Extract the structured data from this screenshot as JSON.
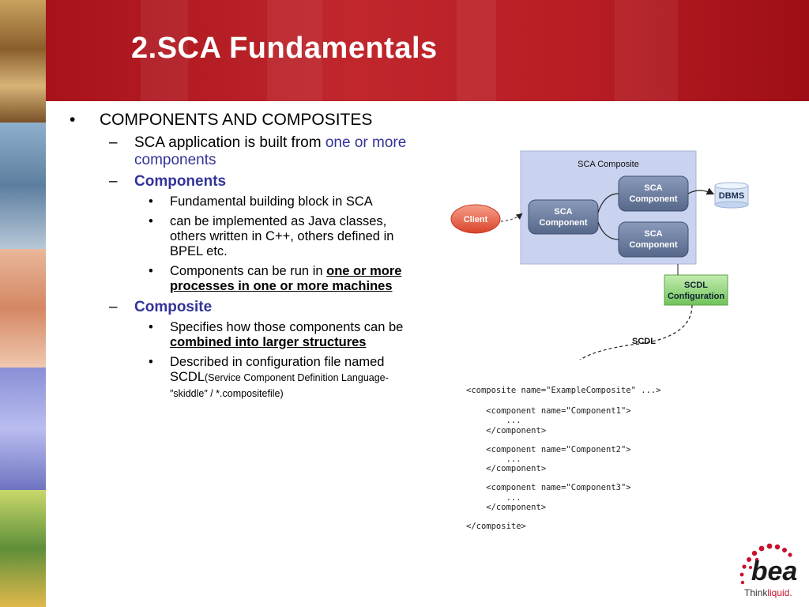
{
  "slide": {
    "title": "2.SCA Fundamentals"
  },
  "bullets": {
    "b1": "COMPONENTS AND COMPOSITES",
    "b1_1_text": "SCA application is built from ",
    "b1_1_highlight": "one or more components",
    "b1_2": "Components",
    "b1_2_1": "Fundamental building block in SCA",
    "b1_2_2": "can be implemented as Java classes, others written in C++, others defined in BPEL etc.",
    "b1_2_3_text": "Components can be run in ",
    "b1_2_3_emph": "one or more processes in one or more machines",
    "b1_3": "Composite",
    "b1_3_1_text": "Specifies how those components can be ",
    "b1_3_1_emph": "combined into larger structures",
    "b1_3_2_text": "Described in configuration file named SCDL",
    "b1_3_2_small": "(Service Component Definition Language-″skiddle″ / *.compositefile)"
  },
  "diagram": {
    "composite_label": "SCA Composite",
    "client_label": "Client",
    "component_line1": "SCA",
    "component_line2": "Component",
    "dbms_label": "DBMS",
    "scdl_config_line1": "SCDL",
    "scdl_config_line2": "Configuration",
    "scdl_arrow_label": "SCDL"
  },
  "code": {
    "lines": [
      "<composite name=\"ExampleComposite\" ...>",
      "    <component name=\"Component1\">",
      "        ...",
      "    </component>",
      "    <component name=\"Component2\">",
      "        ...",
      "    </component>",
      "    <component name=\"Component3\">",
      "        ...",
      "    </component>",
      "</composite>"
    ]
  },
  "logo": {
    "brand": "bea",
    "tagline_think": "Think",
    "tagline_liquid": "liquid."
  },
  "colors": {
    "header_red": "#b81d24",
    "bullet_blue": "#333399",
    "composite_bg": "#c9d2ee",
    "component_blue": "#6d7f9e",
    "client_red": "#e4533a",
    "scdl_green": "#8fd47a"
  }
}
